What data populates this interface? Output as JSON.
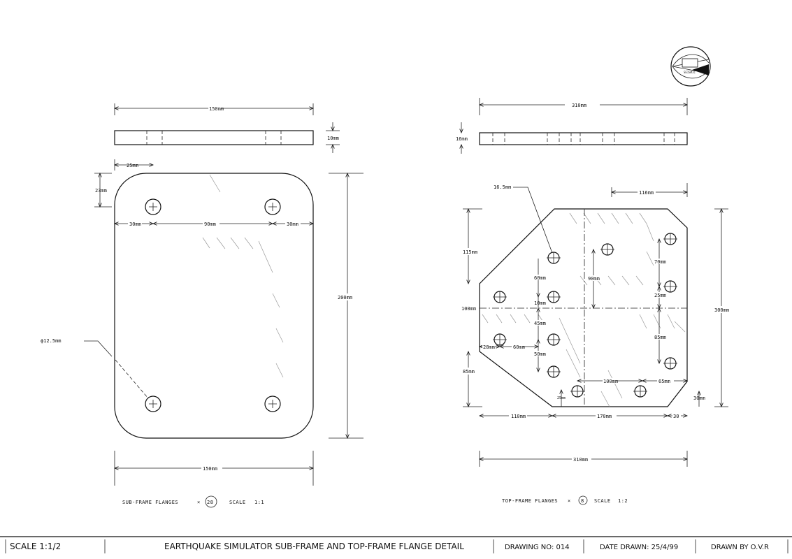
{
  "logo": {
    "text": "SEISMIC"
  },
  "sub_frame": {
    "dims": {
      "width_top": "150mm",
      "thickness": "10mm",
      "hole_offset_x": "25mm",
      "hole_offset_y": "23mm",
      "edge_left": "30mm",
      "hole_spacing": "90mm",
      "edge_right": "30mm",
      "height": "200mm",
      "hole_diameter": "ϕ12.5mm",
      "width_bottom": "150mm"
    },
    "caption": {
      "label": "SUB-FRAME FLANGES",
      "times": "×",
      "quantity": "28",
      "scale_label": "SCALE",
      "scale": "1:1"
    }
  },
  "top_frame": {
    "dims": {
      "width_top": "310mm",
      "thickness": "16mm",
      "hole_diameter": "16.5mm",
      "right_top": "116mm",
      "left_upper": "115mm",
      "left_mid": "100mm",
      "left_lower": "85mm",
      "v60": "60mm",
      "v10": "10mm",
      "v45": "45mm",
      "v50": "50mm",
      "h28": "28mm",
      "h60": "60mm",
      "v90": "90mm",
      "v70": "70mm",
      "v25": "25mm",
      "v85": "85mm",
      "h100": "100mm",
      "h65": "65mm",
      "v30": "30mm",
      "v25b": "25mm",
      "height": "300mm",
      "bottom_110": "110mm",
      "bottom_170": "170mm",
      "bottom_30": "30",
      "width_bottom": "310mm"
    },
    "caption": {
      "label": "TOP-FRAME FLANGES",
      "times": "×",
      "quantity": "8",
      "scale_label": "SCALE",
      "scale": "1:2"
    }
  },
  "title_block": {
    "scale": "SCALE 1:1/2",
    "title": "EARTHQUAKE SIMULATOR SUB-FRAME AND TOP-FRAME FLANGE DETAIL",
    "drawing_no": "DRAWING NO: 014",
    "date_drawn": "DATE DRAWN: 25/4/99",
    "drawn_by": "DRAWN BY O.V.R"
  }
}
